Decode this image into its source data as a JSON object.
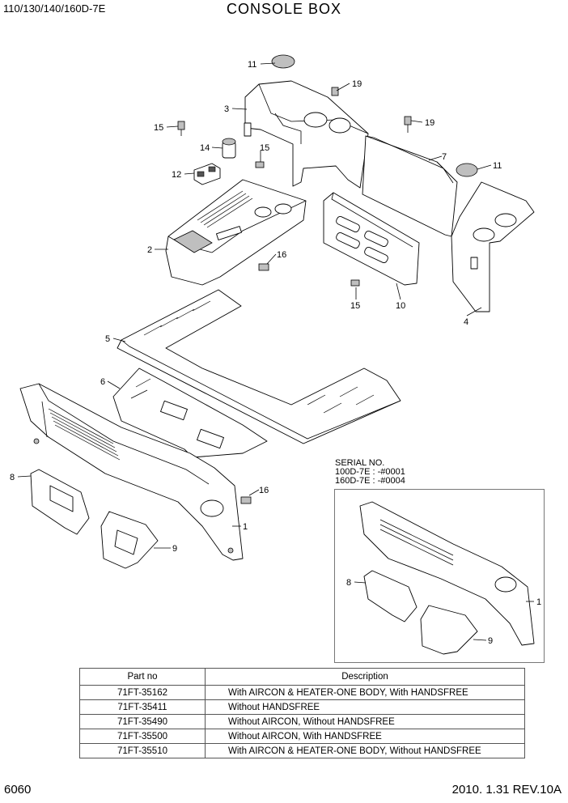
{
  "header": {
    "model": "110/130/140/160D-7E",
    "title": "CONSOLE BOX"
  },
  "serial_note": {
    "heading": "SERIAL NO.",
    "lines": [
      "100D-7E : -#0001",
      "160D-7E : -#0004"
    ]
  },
  "callouts": [
    "11",
    "19",
    "3",
    "15",
    "14",
    "15",
    "12",
    "19",
    "7",
    "11",
    "2",
    "16",
    "10",
    "15",
    "4",
    "5",
    "6",
    "8",
    "16",
    "1",
    "9",
    "8",
    "1",
    "9"
  ],
  "parts_table": {
    "headers": [
      "Part no",
      "Description"
    ],
    "rows": [
      {
        "part_no": "71FT-35162",
        "description": "With AIRCON & HEATER-ONE BODY, With HANDSFREE"
      },
      {
        "part_no": "71FT-35411",
        "description": "Without HANDSFREE"
      },
      {
        "part_no": "71FT-35490",
        "description": "Without AIRCON, Without HANDSFREE"
      },
      {
        "part_no": "71FT-35500",
        "description": "Without AIRCON, With HANDSFREE"
      },
      {
        "part_no": "71FT-35510",
        "description": "With AIRCON & HEATER-ONE BODY, Without HANDSFREE"
      }
    ]
  },
  "footer": {
    "page": "6060",
    "revision": "2010. 1.31  REV.10A"
  }
}
